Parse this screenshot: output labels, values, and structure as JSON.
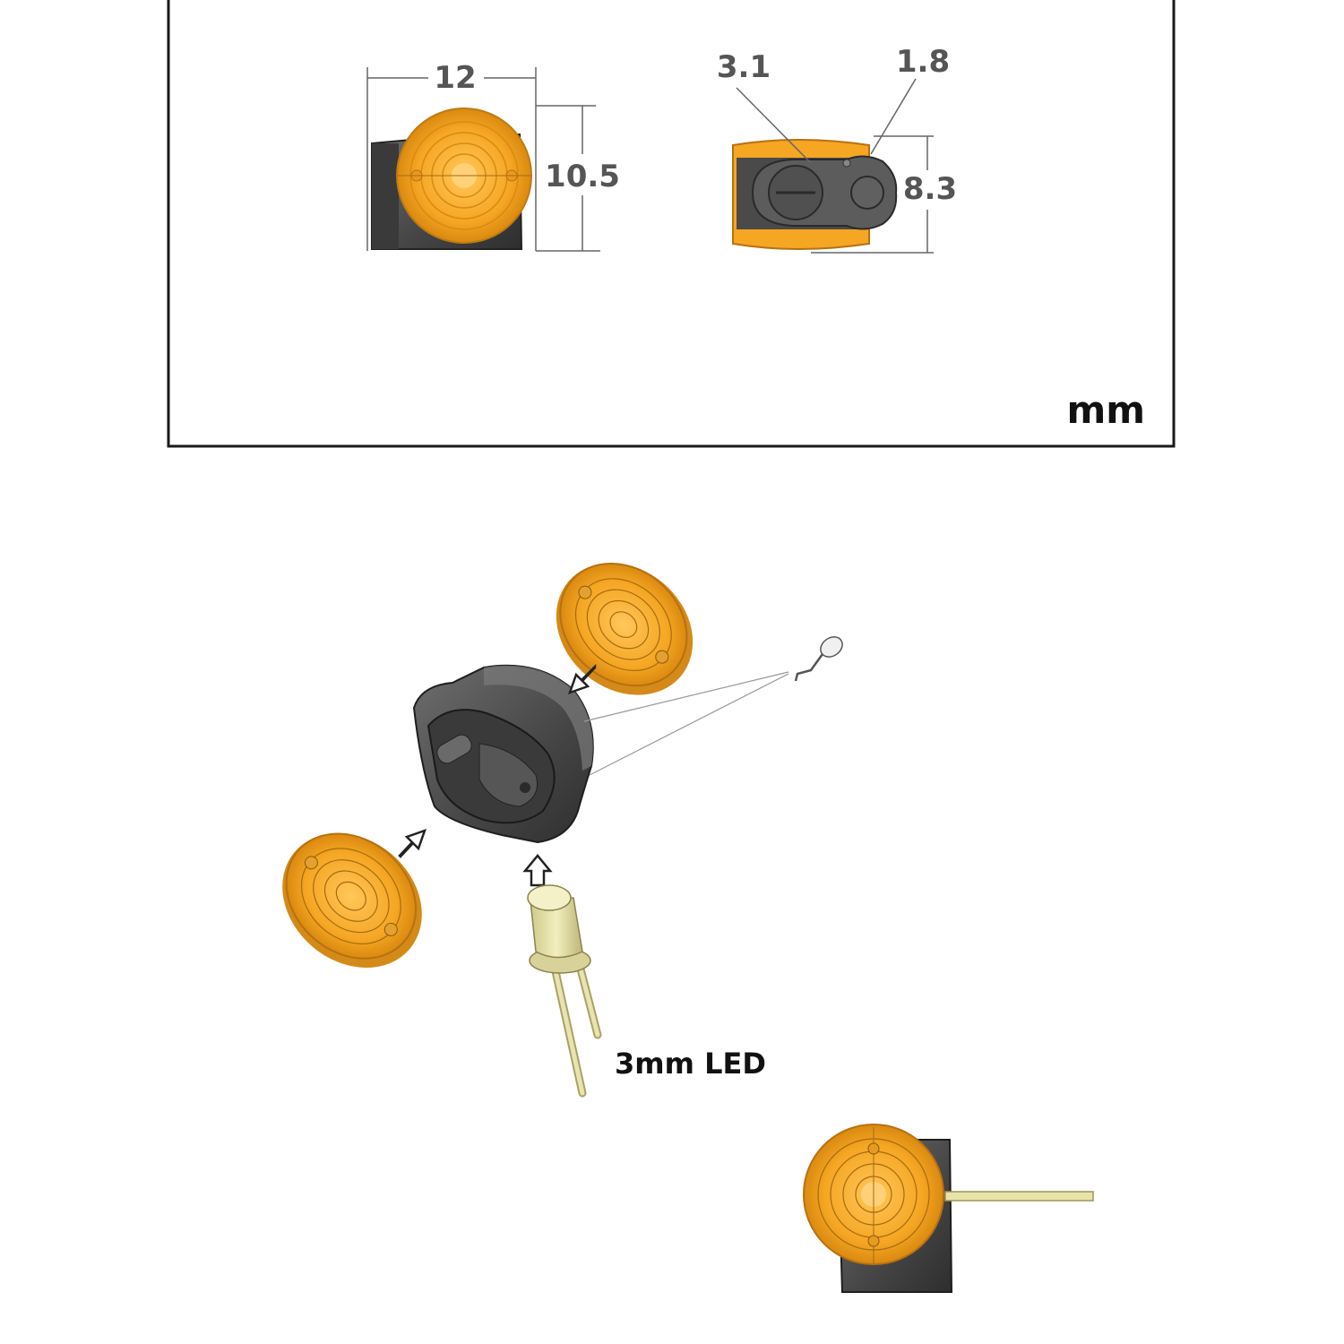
{
  "dimensions": {
    "front_width": "12",
    "front_height": "10.5",
    "side_hole_diameter": "3.1",
    "side_pin_diameter": "1.8",
    "side_height": "8.3"
  },
  "unit_label": "mm",
  "led_label": "3mm LED",
  "colors": {
    "amber_lens": "#f5a623",
    "housing": "#4a4a4a",
    "led_body": "#e9e4a8",
    "frame": "#1a1a1a"
  }
}
